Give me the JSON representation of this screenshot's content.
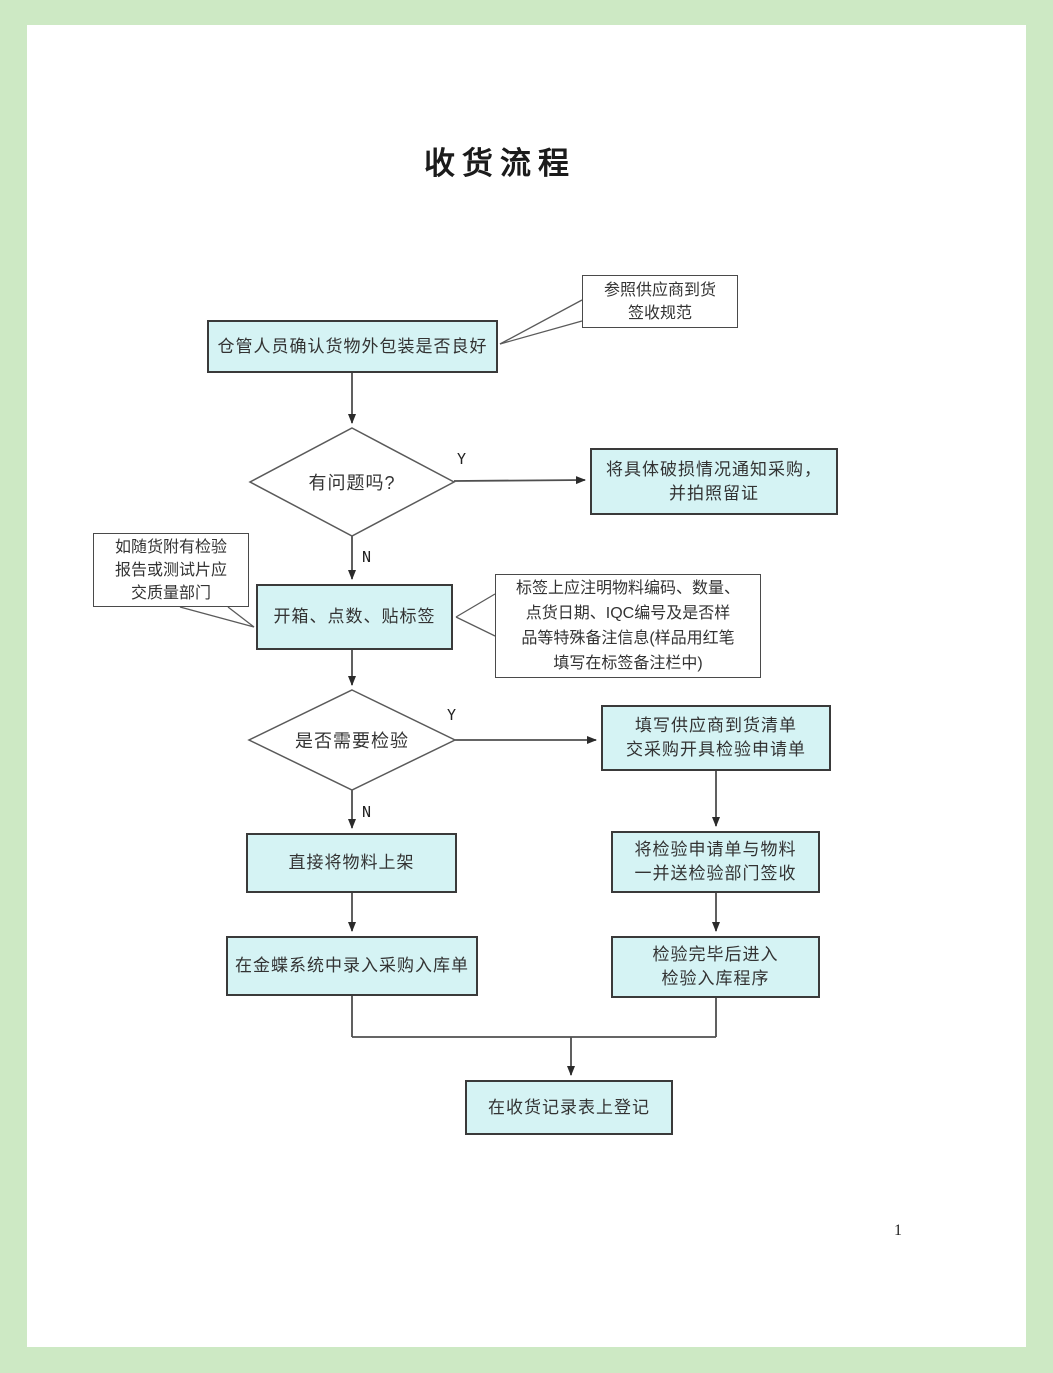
{
  "page": {
    "title": "收货流程",
    "page_number": "1"
  },
  "flowchart": {
    "nodes": {
      "confirm_packaging": {
        "lines": [
          "仓管人员确认货物外包装是否良好"
        ]
      },
      "problem_decision": {
        "lines": [
          "有问题吗?"
        ]
      },
      "notify_purchase": {
        "lines": [
          "将具体破损情况通知采购，",
          "并拍照留证"
        ]
      },
      "unpack_count": {
        "lines": [
          "开箱、点数、贴标签"
        ]
      },
      "need_inspection_decision": {
        "lines": [
          "是否需要检验"
        ]
      },
      "fill_delivery_list": {
        "lines": [
          "填写供应商到货清单",
          "交采购开具检验申请单"
        ]
      },
      "shelve_directly": {
        "lines": [
          "直接将物料上架"
        ]
      },
      "send_to_inspection": {
        "lines": [
          "将检验申请单与物料",
          "一并送检验部门签收"
        ]
      },
      "kingdee_entry": {
        "lines": [
          "在金蝶系统中录入采购入库单"
        ]
      },
      "inspection_complete": {
        "lines": [
          "检验完毕后进入",
          "检验入库程序"
        ]
      },
      "register_record": {
        "lines": [
          "在收货记录表上登记"
        ]
      }
    },
    "callouts": {
      "supplier_spec": {
        "lines": [
          "参照供应商到货",
          "签收规范"
        ]
      },
      "quality_dept_note": {
        "lines": [
          "如随货附有检验",
          "报告或测试片应",
          "交质量部门"
        ]
      },
      "label_note": {
        "lines": [
          "标签上应注明物料编码、数量、",
          "点货日期、IQC编号及是否样",
          "品等特殊备注信息(样品用红笔",
          "填写在标签备注栏中)"
        ]
      }
    },
    "edge_labels": {
      "problem_yes": "Y",
      "problem_no": "N",
      "inspection_yes": "Y",
      "inspection_no": "N"
    },
    "colors": {
      "frame": "#cde9c4",
      "page_bg": "#ffffff",
      "node_fill": "#d5f3f4",
      "node_border": "#3a3a3a",
      "callout_fill": "#ffffff",
      "callout_border": "#4a4a4a",
      "line": "#333333",
      "text": "#333333"
    }
  }
}
